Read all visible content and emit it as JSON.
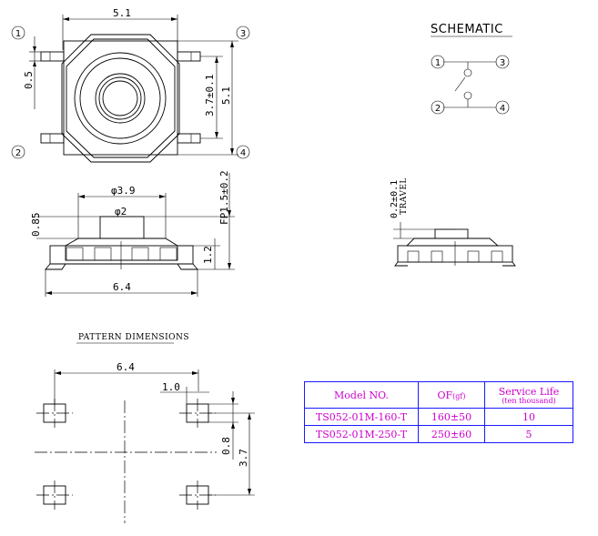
{
  "top_view": {
    "dim_width": "5.1",
    "dim_height": "5.1",
    "dim_pitch": "3.7±0.1",
    "dim_pin": "0.5",
    "pins": [
      "1",
      "2",
      "3",
      "4"
    ]
  },
  "side_view": {
    "dim_stem_dia": "φ3.9",
    "dim_inner_dia": "φ2",
    "dim_stem_height": "0.85",
    "dim_fp": "FP1.5±0.2",
    "dim_body_height": "1.2",
    "dim_overall": "6.4"
  },
  "schematic": {
    "title": "SCHEMATIC",
    "pins": [
      "1",
      "3",
      "2",
      "4"
    ]
  },
  "travel_view": {
    "dim_travel": "0.2±0.1",
    "label": "TRAVEL"
  },
  "pattern": {
    "title": "PATTERN DIMENSIONS",
    "dim_span": "6.4",
    "dim_pad": "1.0",
    "dim_pad_h": "0.8",
    "dim_pitch": "3.7"
  },
  "spec_table": {
    "headers": {
      "model": "Model NO.",
      "of": "OF",
      "of_unit": "(gf)",
      "life": "Service Life",
      "life_unit": "(ten thousand)"
    },
    "rows": [
      {
        "model": "TS052-01M-160-T",
        "of": "160±50",
        "life": "10"
      },
      {
        "model": "TS052-01M-250-T",
        "of": "250±60",
        "life": "5"
      }
    ]
  }
}
